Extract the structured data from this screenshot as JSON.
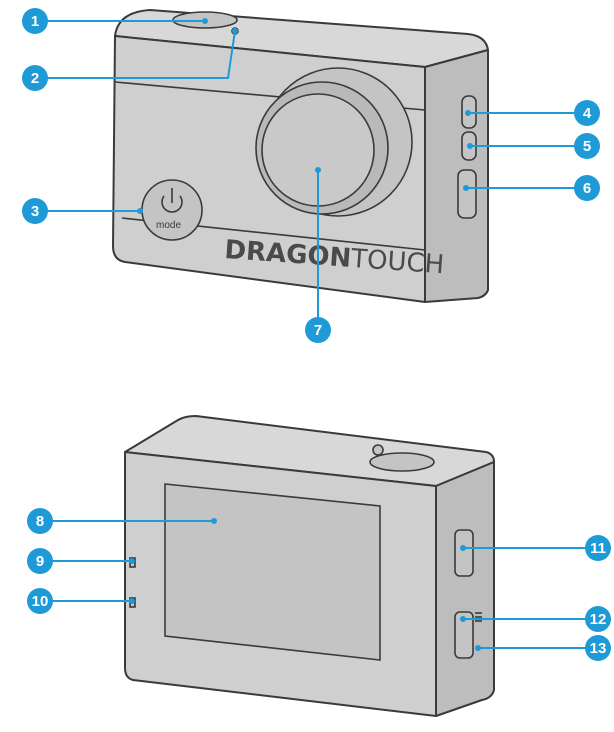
{
  "brand": {
    "logo_primary": "DRAGON",
    "logo_secondary": "TOUCH"
  },
  "mode_button_label": "mode",
  "callouts": [
    {
      "number": "1"
    },
    {
      "number": "2"
    },
    {
      "number": "3"
    },
    {
      "number": "4"
    },
    {
      "number": "5"
    },
    {
      "number": "6"
    },
    {
      "number": "7"
    },
    {
      "number": "8"
    },
    {
      "number": "9"
    },
    {
      "number": "10"
    },
    {
      "number": "11"
    },
    {
      "number": "12"
    },
    {
      "number": "13"
    }
  ],
  "colors": {
    "callout_accent": "#1e9bd7",
    "camera_body": "#cfcfcf",
    "outline": "#3a3a3a"
  }
}
